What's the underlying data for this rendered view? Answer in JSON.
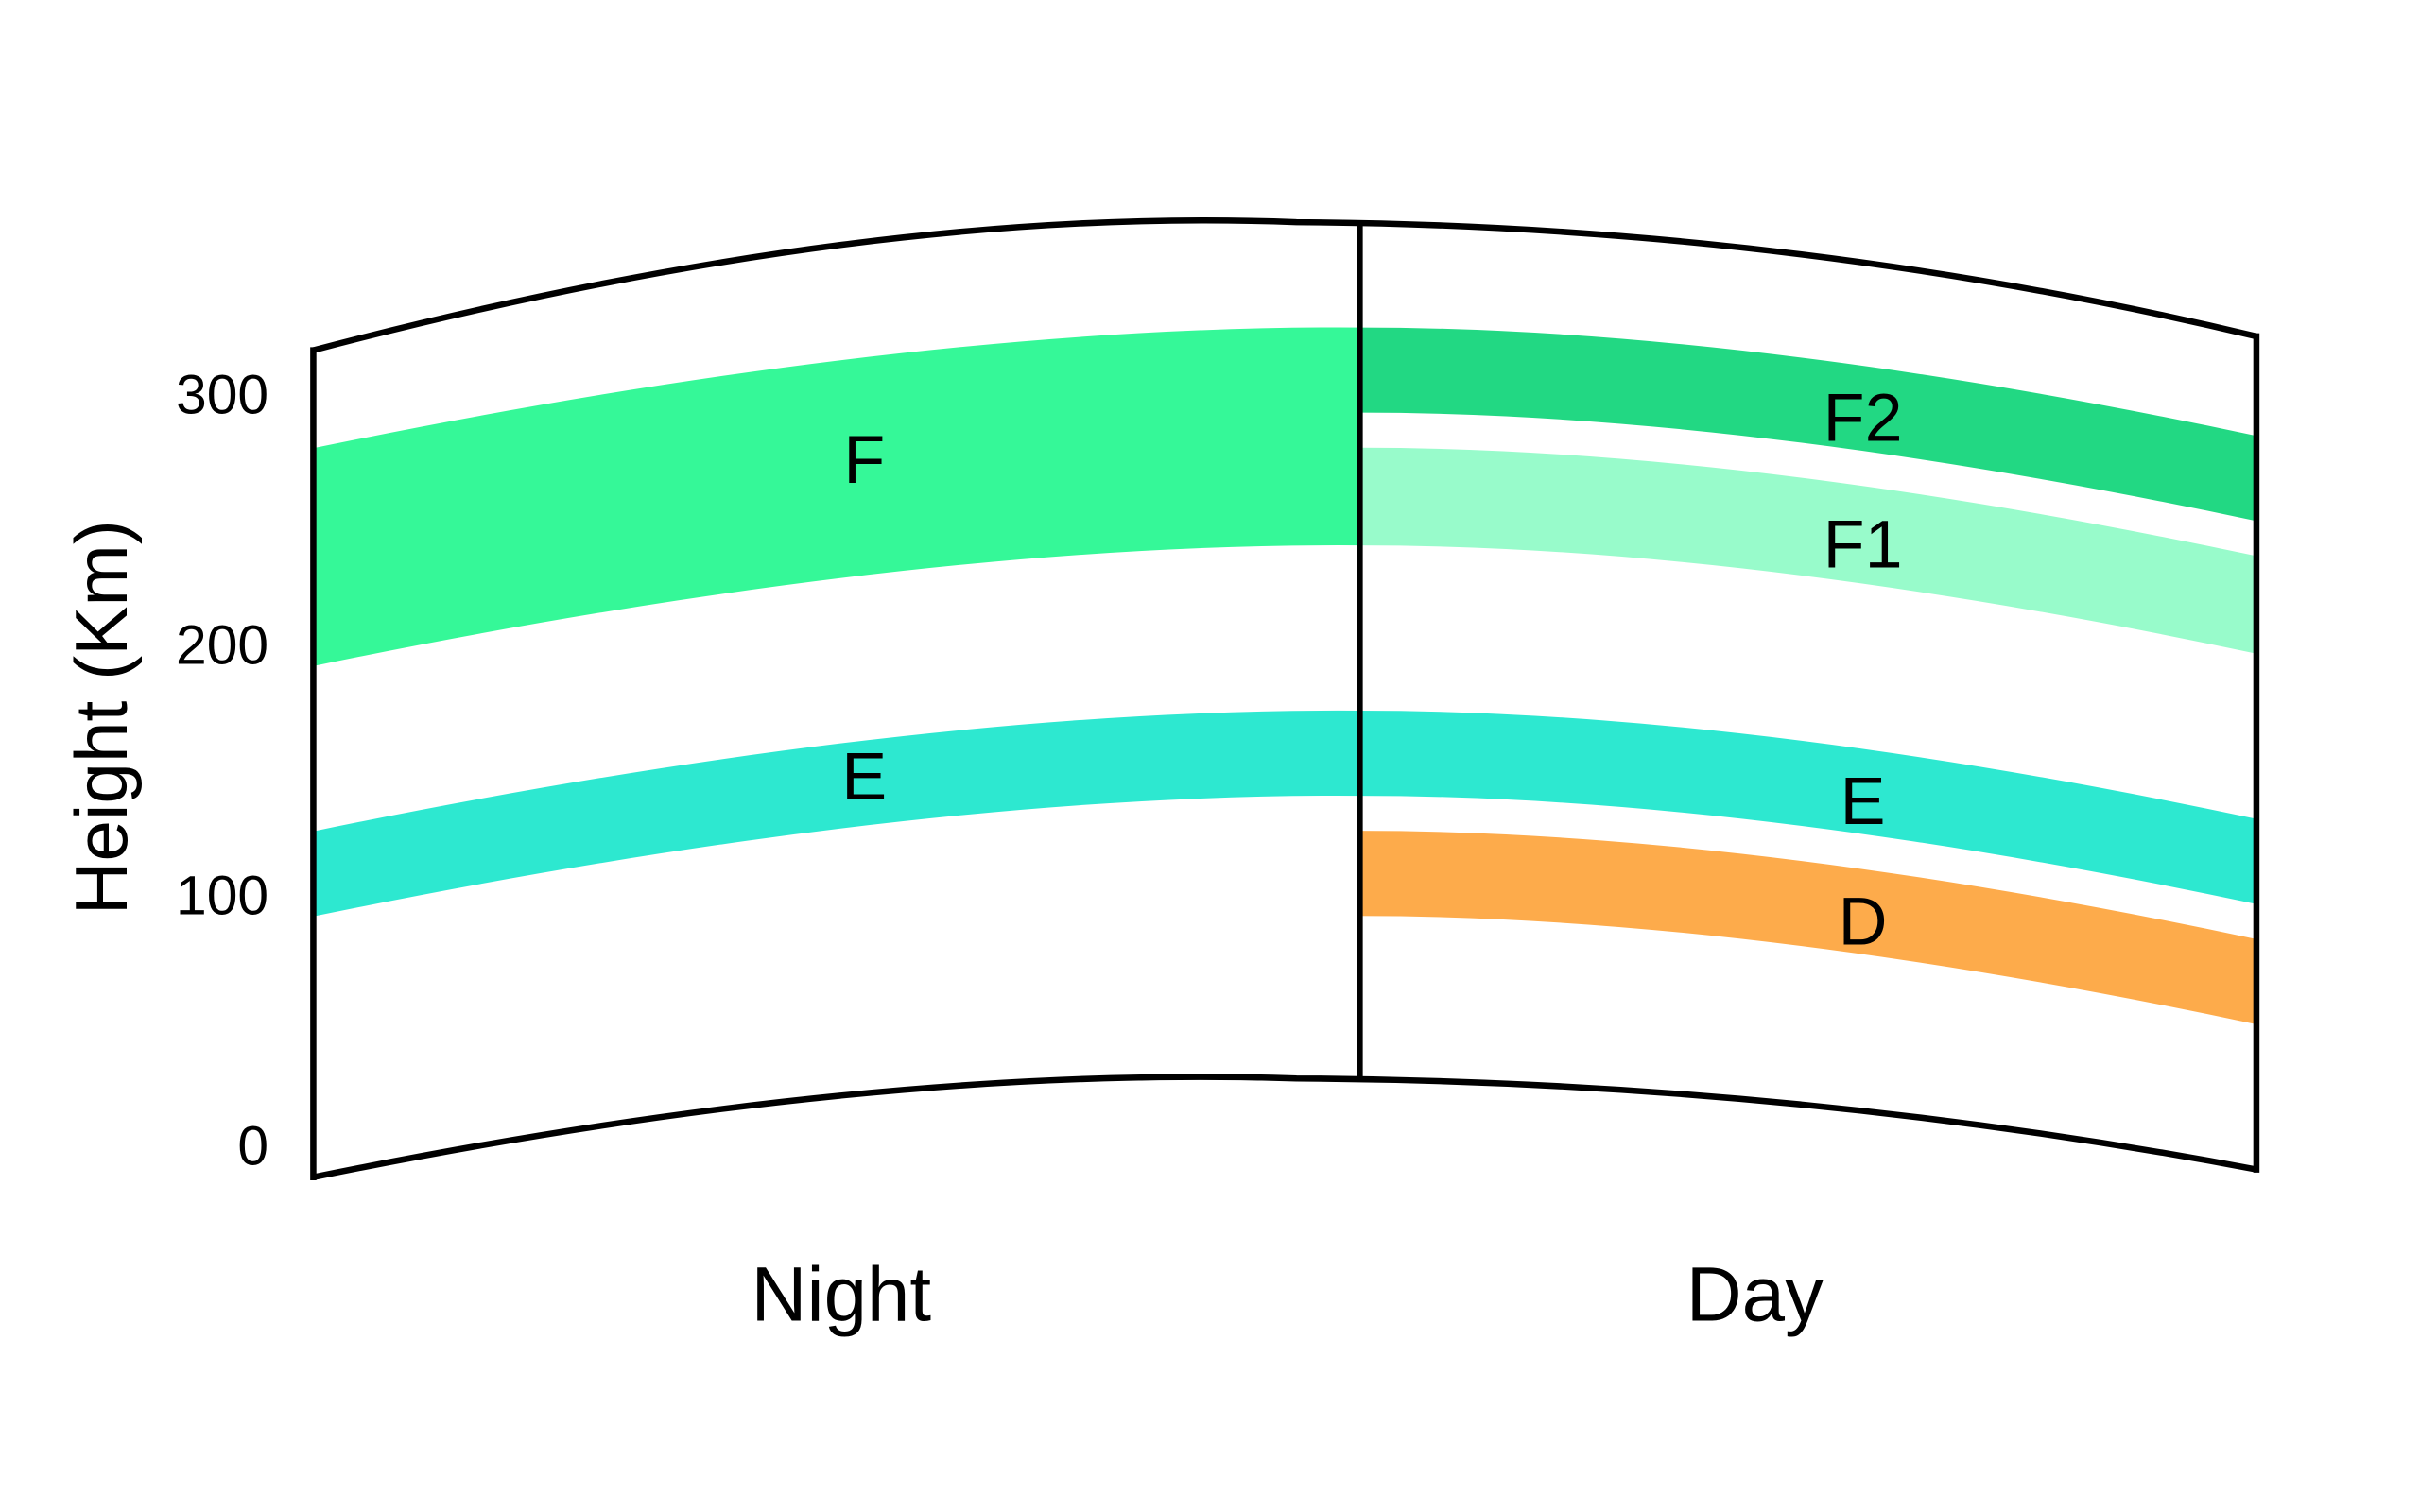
{
  "chart_data": {
    "type": "diagram",
    "title": "",
    "ylabel": "Height (Km)",
    "yticks": [
      "0",
      "100",
      "200",
      "300"
    ],
    "ytick_values": [
      0,
      100,
      200,
      300
    ],
    "panels": [
      {
        "label": "Night",
        "side": "left",
        "bands": [
          {
            "name": "F",
            "height_km": [
              240,
              327
            ],
            "color": "#35f898"
          },
          {
            "name": "E",
            "height_km": [
              140,
              174
            ],
            "color": "#2de8d0"
          }
        ]
      },
      {
        "label": "Day",
        "side": "right",
        "bands": [
          {
            "name": "F2",
            "height_km": [
              293,
              327
            ],
            "color": "#22d883"
          },
          {
            "name": "F1",
            "height_km": [
              240,
              279
            ],
            "color": "#98fbcb"
          },
          {
            "name": "E",
            "height_km": [
              140,
              174
            ],
            "color": "#2de8d0"
          },
          {
            "name": "D",
            "height_km": [
              92,
              126
            ],
            "color": "#fdab4b"
          }
        ]
      }
    ]
  }
}
